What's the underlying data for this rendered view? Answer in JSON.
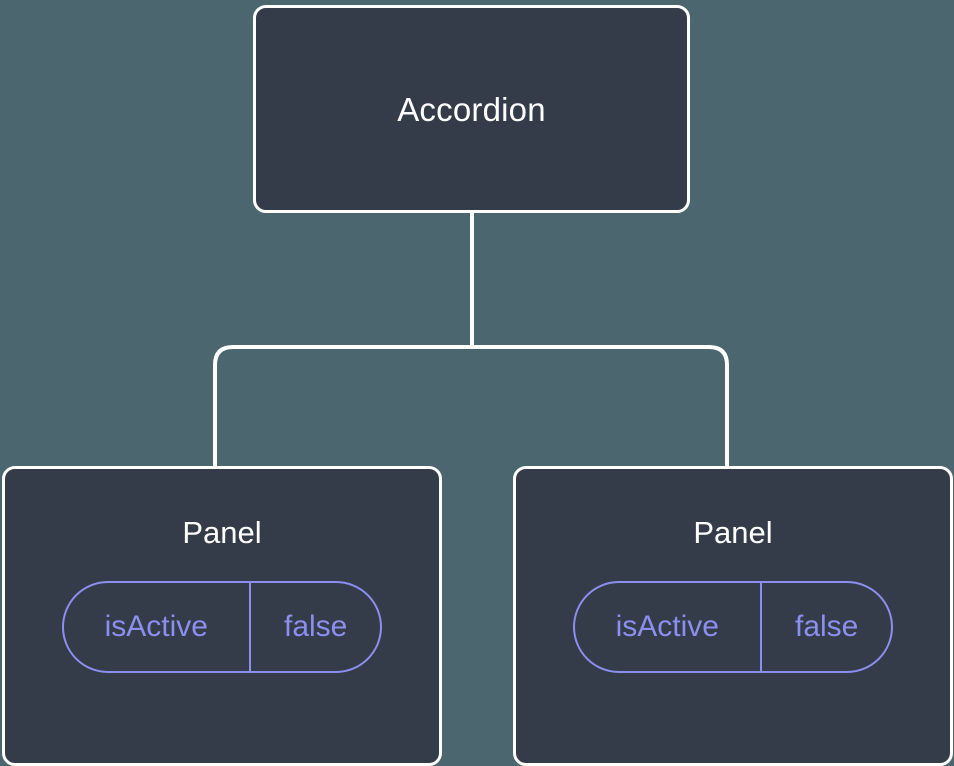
{
  "diagram": {
    "type": "component-tree",
    "background_color": "#4c666f",
    "node_fill_color": "#343b49",
    "node_border_color": "#ffffff",
    "edge_color": "#ffffff",
    "prop_accent_color": "#8b8fee",
    "root": {
      "title": "Accordion"
    },
    "children": [
      {
        "title": "Panel",
        "prop": {
          "key": "isActive",
          "value": "false"
        }
      },
      {
        "title": "Panel",
        "prop": {
          "key": "isActive",
          "value": "false"
        }
      }
    ]
  }
}
